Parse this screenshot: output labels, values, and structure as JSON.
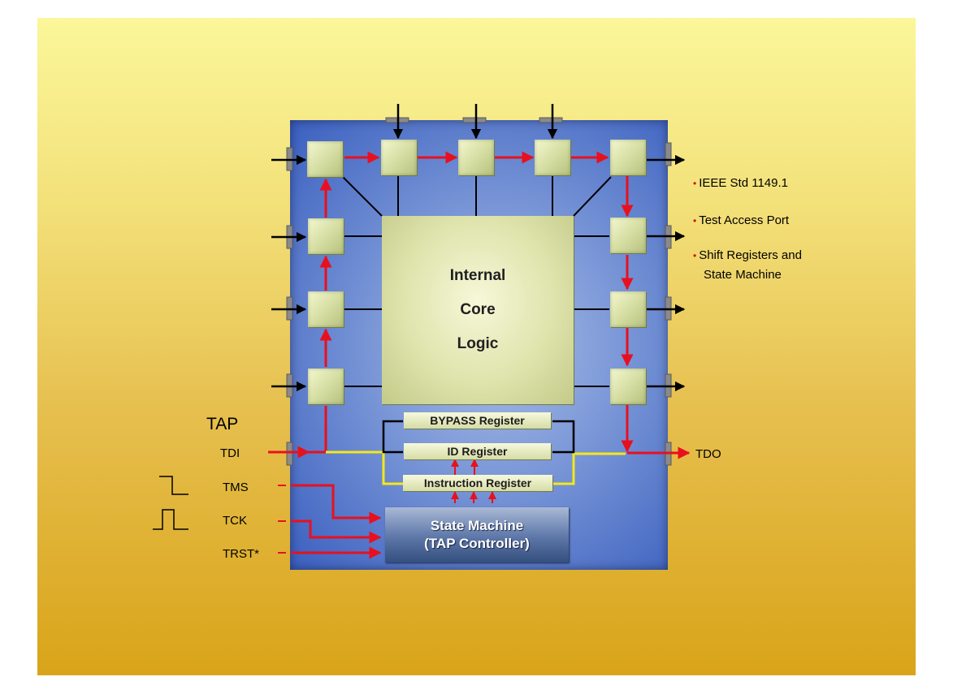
{
  "diagram": {
    "core": {
      "line1": "Internal",
      "line2": "Core",
      "line3": "Logic"
    },
    "registers": {
      "bypass": "BYPASS Register",
      "id": "ID Register",
      "instruction": "Instruction Register"
    },
    "state_machine": {
      "line1": "State Machine",
      "line2": "(TAP Controller)"
    },
    "tap": {
      "title": "TAP",
      "tdi": "TDI",
      "tms": "TMS",
      "tck": "TCK",
      "trst": "TRST*",
      "tdo": "TDO"
    },
    "bullets": [
      "IEEE Std 1149.1",
      "Test Access Port",
      "Shift Registers and",
      "State Machine"
    ]
  },
  "colors": {
    "scan_path": "#e8101e",
    "io_arrow": "#000000",
    "bypass_path": "#f4e81a",
    "chip_blue": "#3a5fbf"
  }
}
